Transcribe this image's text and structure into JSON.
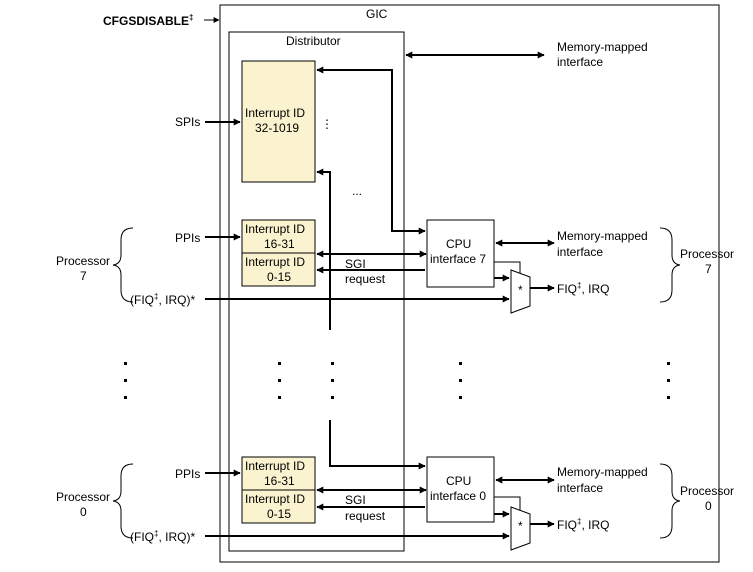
{
  "gic_label": "GIC",
  "cfgsdisable_label": "CFGSDISABLE",
  "dagger": "‡",
  "distributor_label": "Distributor",
  "spis_label": "SPIs",
  "spi_block": {
    "line1": "Interrupt ID",
    "line2": "32-1019"
  },
  "memory_mapped": {
    "line1": "Memory-mapped",
    "line2": "interface"
  },
  "processor_7": {
    "left": {
      "line1": "Processor",
      "line2": "7"
    },
    "right": {
      "line1": "Processor",
      "line2": "7"
    },
    "ppis": "PPIs",
    "ppi_block": {
      "line1": "Interrupt ID",
      "line2": "16-31"
    },
    "sgi_block": {
      "line1": "Interrupt ID",
      "line2": "0-15"
    },
    "sgi_request": {
      "line1": "SGI",
      "line2": "request"
    },
    "cpu_interface": {
      "line1": "CPU",
      "line2": "interface 7"
    },
    "mem_if": {
      "line1": "Memory-mapped",
      "line2": "interface"
    },
    "fiq_in": {
      "a": "(FIQ",
      "b": "‡",
      "c": ", IRQ)*"
    },
    "fiq_out": {
      "a": "FIQ",
      "b": "‡",
      "c": ", IRQ"
    },
    "mux": "*"
  },
  "processor_0": {
    "left": {
      "line1": "Processor",
      "line2": "0"
    },
    "right": {
      "line1": "Processor",
      "line2": "0"
    },
    "ppis": "PPIs",
    "ppi_block": {
      "line1": "Interrupt ID",
      "line2": "16-31"
    },
    "sgi_block": {
      "line1": "Interrupt ID",
      "line2": "0-15"
    },
    "sgi_request": {
      "line1": "SGI",
      "line2": "request"
    },
    "cpu_interface": {
      "line1": "CPU",
      "line2": "interface 0"
    },
    "mem_if": {
      "line1": "Memory-mapped",
      "line2": "interface"
    },
    "fiq_in": {
      "a": "(FIQ",
      "b": "‡",
      "c": ", IRQ)*"
    },
    "fiq_out": {
      "a": "FIQ",
      "b": "‡",
      "c": ", IRQ"
    },
    "mux": "*"
  },
  "ellipsis_h": "...",
  "spi_dots": "⋮"
}
